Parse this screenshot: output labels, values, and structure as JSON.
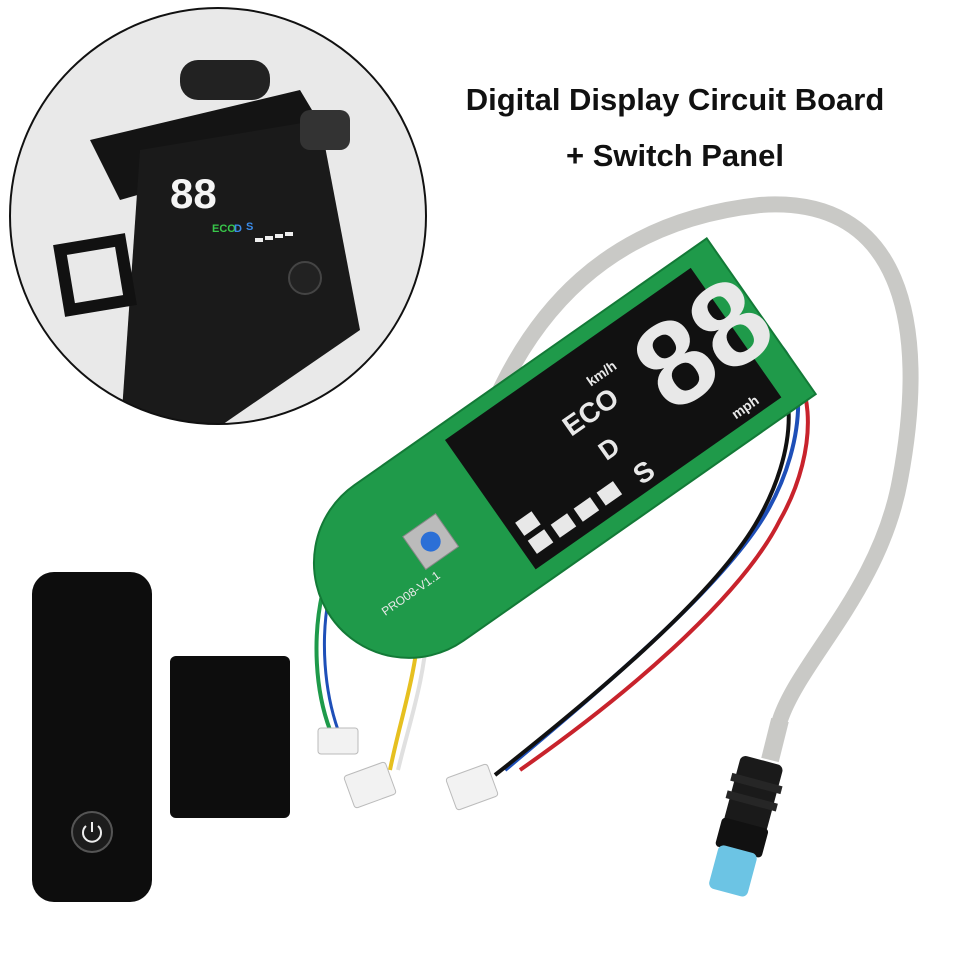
{
  "title": {
    "line1": "Digital Display Circuit Board",
    "line2": "+ Switch Panel"
  },
  "display": {
    "digits": "88",
    "speed_unit_kmh": "km/h",
    "speed_unit_mph": "mph",
    "mode_eco": "ECO",
    "mode_d": "D",
    "mode_s": "S",
    "battery_bars": 5
  },
  "board": {
    "model_label": "PRO08-V1.1",
    "button_color": "#2b6fd6",
    "pcb_color": "#1f9a4a"
  },
  "inset": {
    "digits": "88",
    "mode_eco": "ECO",
    "mode_d": "D",
    "mode_s": "S",
    "eco_color": "#38c64a",
    "d_color": "#3a8be8",
    "s_color": "#3a8be8"
  },
  "wires": [
    "#c8232c",
    "#1e4fb8",
    "#111111",
    "#e0e0e0",
    "#e6c020",
    "#1e9a4a"
  ],
  "connector_color": "#6cc4e4"
}
